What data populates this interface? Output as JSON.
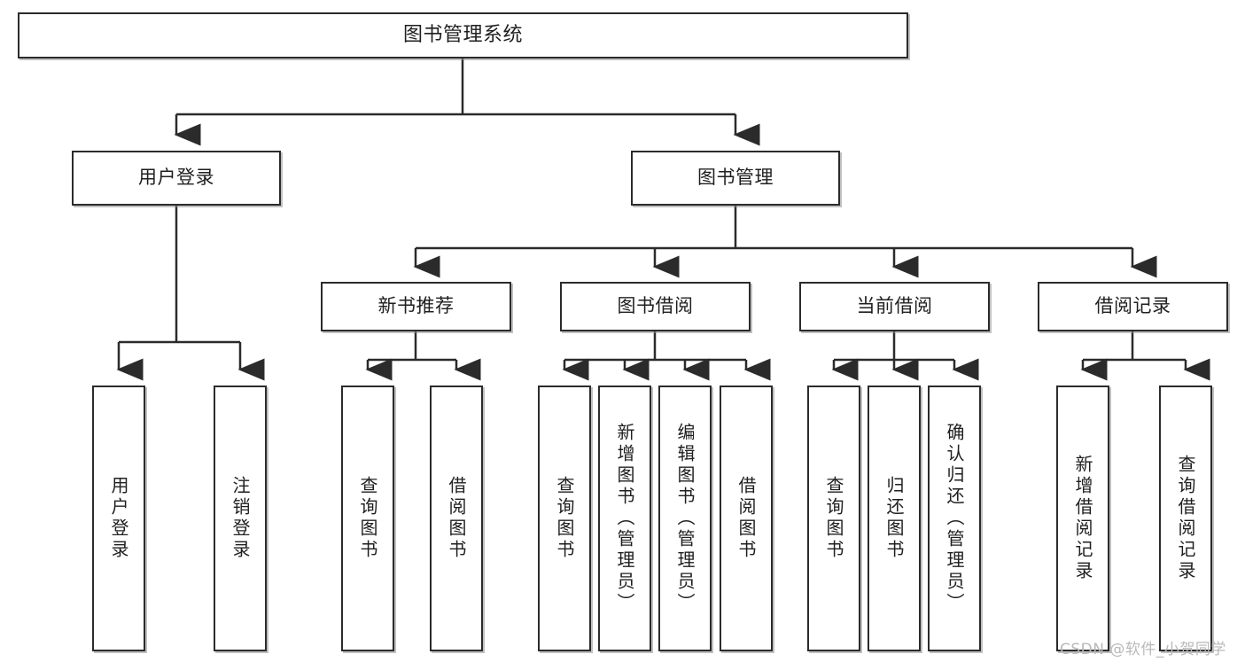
{
  "diagram": {
    "title": "图书管理系统",
    "type": "tree-structure-chart",
    "watermark": "CSDN @软件_小贺同学"
  },
  "nodes": {
    "root": {
      "label": "图书管理系统"
    },
    "level2": [
      {
        "id": "user-login",
        "label": "用户登录"
      },
      {
        "id": "book-management",
        "label": "图书管理"
      }
    ],
    "level3": [
      {
        "id": "new-book-recommend",
        "label": "新书推荐"
      },
      {
        "id": "book-borrow",
        "label": "图书借阅"
      },
      {
        "id": "current-borrow",
        "label": "当前借阅"
      },
      {
        "id": "borrow-record",
        "label": "借阅记录"
      }
    ],
    "leaves": [
      {
        "id": "leaf-user-login",
        "label": "用户登录"
      },
      {
        "id": "leaf-logout-login",
        "label": "注销登录"
      },
      {
        "id": "leaf-query-book-1",
        "label": "查询图书"
      },
      {
        "id": "leaf-borrow-book-1",
        "label": "借阅图书"
      },
      {
        "id": "leaf-query-book-2",
        "label": "查询图书"
      },
      {
        "id": "leaf-add-book",
        "label": "新增图书（管理员）"
      },
      {
        "id": "leaf-edit-book",
        "label": "编辑图书（管理员）"
      },
      {
        "id": "leaf-borrow-book-2",
        "label": "借阅图书"
      },
      {
        "id": "leaf-query-book-3",
        "label": "查询图书"
      },
      {
        "id": "leaf-return-book",
        "label": "归还图书"
      },
      {
        "id": "leaf-confirm-return",
        "label": "确认归还（管理员）"
      },
      {
        "id": "leaf-add-record",
        "label": "新增借阅记录"
      },
      {
        "id": "leaf-query-record",
        "label": "查询借阅记录"
      }
    ]
  },
  "colors": {
    "stroke": "#2b2b2b",
    "fill": "#ffffff",
    "text": "#1f1f1f",
    "shadow": "#8c8c8c",
    "watermark": "#b9b9b9"
  }
}
